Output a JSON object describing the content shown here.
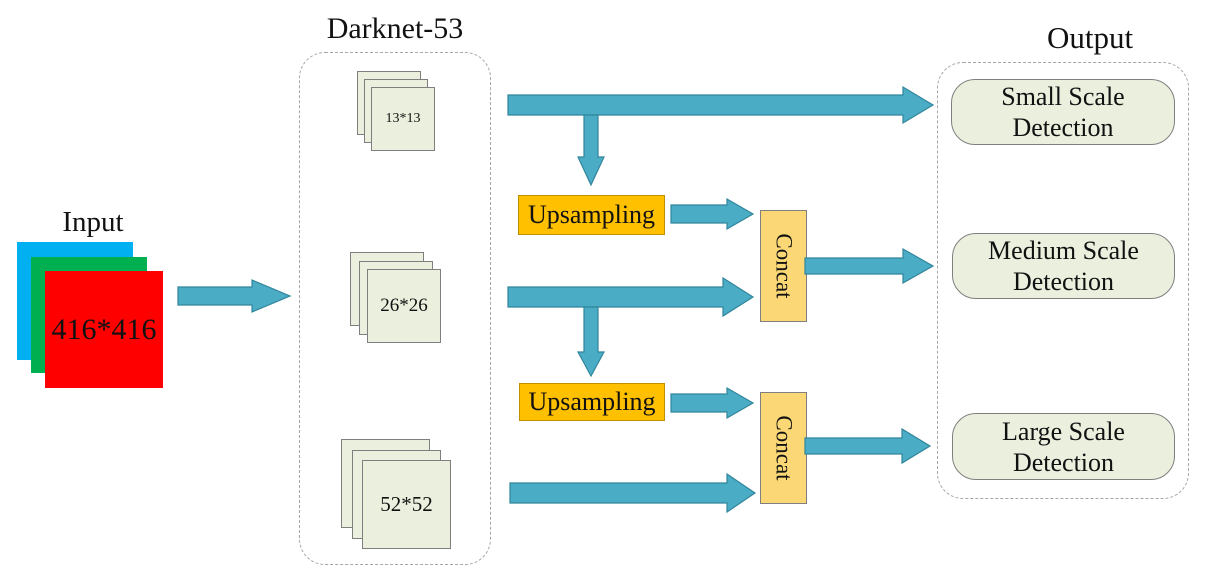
{
  "diagram": {
    "input": {
      "label": "Input",
      "size_label": "416*416"
    },
    "backbone": {
      "title": "Darknet-53",
      "feature_maps": [
        {
          "label": "13*13"
        },
        {
          "label": "26*26"
        },
        {
          "label": "52*52"
        }
      ]
    },
    "neck": {
      "upsampling_labels": [
        "Upsampling",
        "Upsampling"
      ],
      "concat_labels": [
        "Concat",
        "Concat"
      ]
    },
    "output": {
      "title": "Output",
      "detections": [
        {
          "line1": "Small Scale",
          "line2": "Detection"
        },
        {
          "line1": "Medium Scale",
          "line2": "Detection"
        },
        {
          "line1": "Large Scale",
          "line2": "Detection"
        }
      ]
    },
    "colors": {
      "arrow_fill": "#4BACC6",
      "arrow_stroke": "#31859B",
      "input_channel_blue": "#00B0F0",
      "input_channel_green": "#00B050",
      "input_channel_red": "#FF0000",
      "upsampling_fill": "#FFC000",
      "upsampling_border": "#BF8F00",
      "concat_fill": "#FBD875",
      "concat_border": "#7F7F7F",
      "feature_map_fill": "#EBF0DE",
      "feature_map_border": "#7F7F7F",
      "detection_fill": "#EBF0DE",
      "detection_border": "#7F7F7F",
      "dashed_container_border": "#A6A6A6"
    }
  }
}
